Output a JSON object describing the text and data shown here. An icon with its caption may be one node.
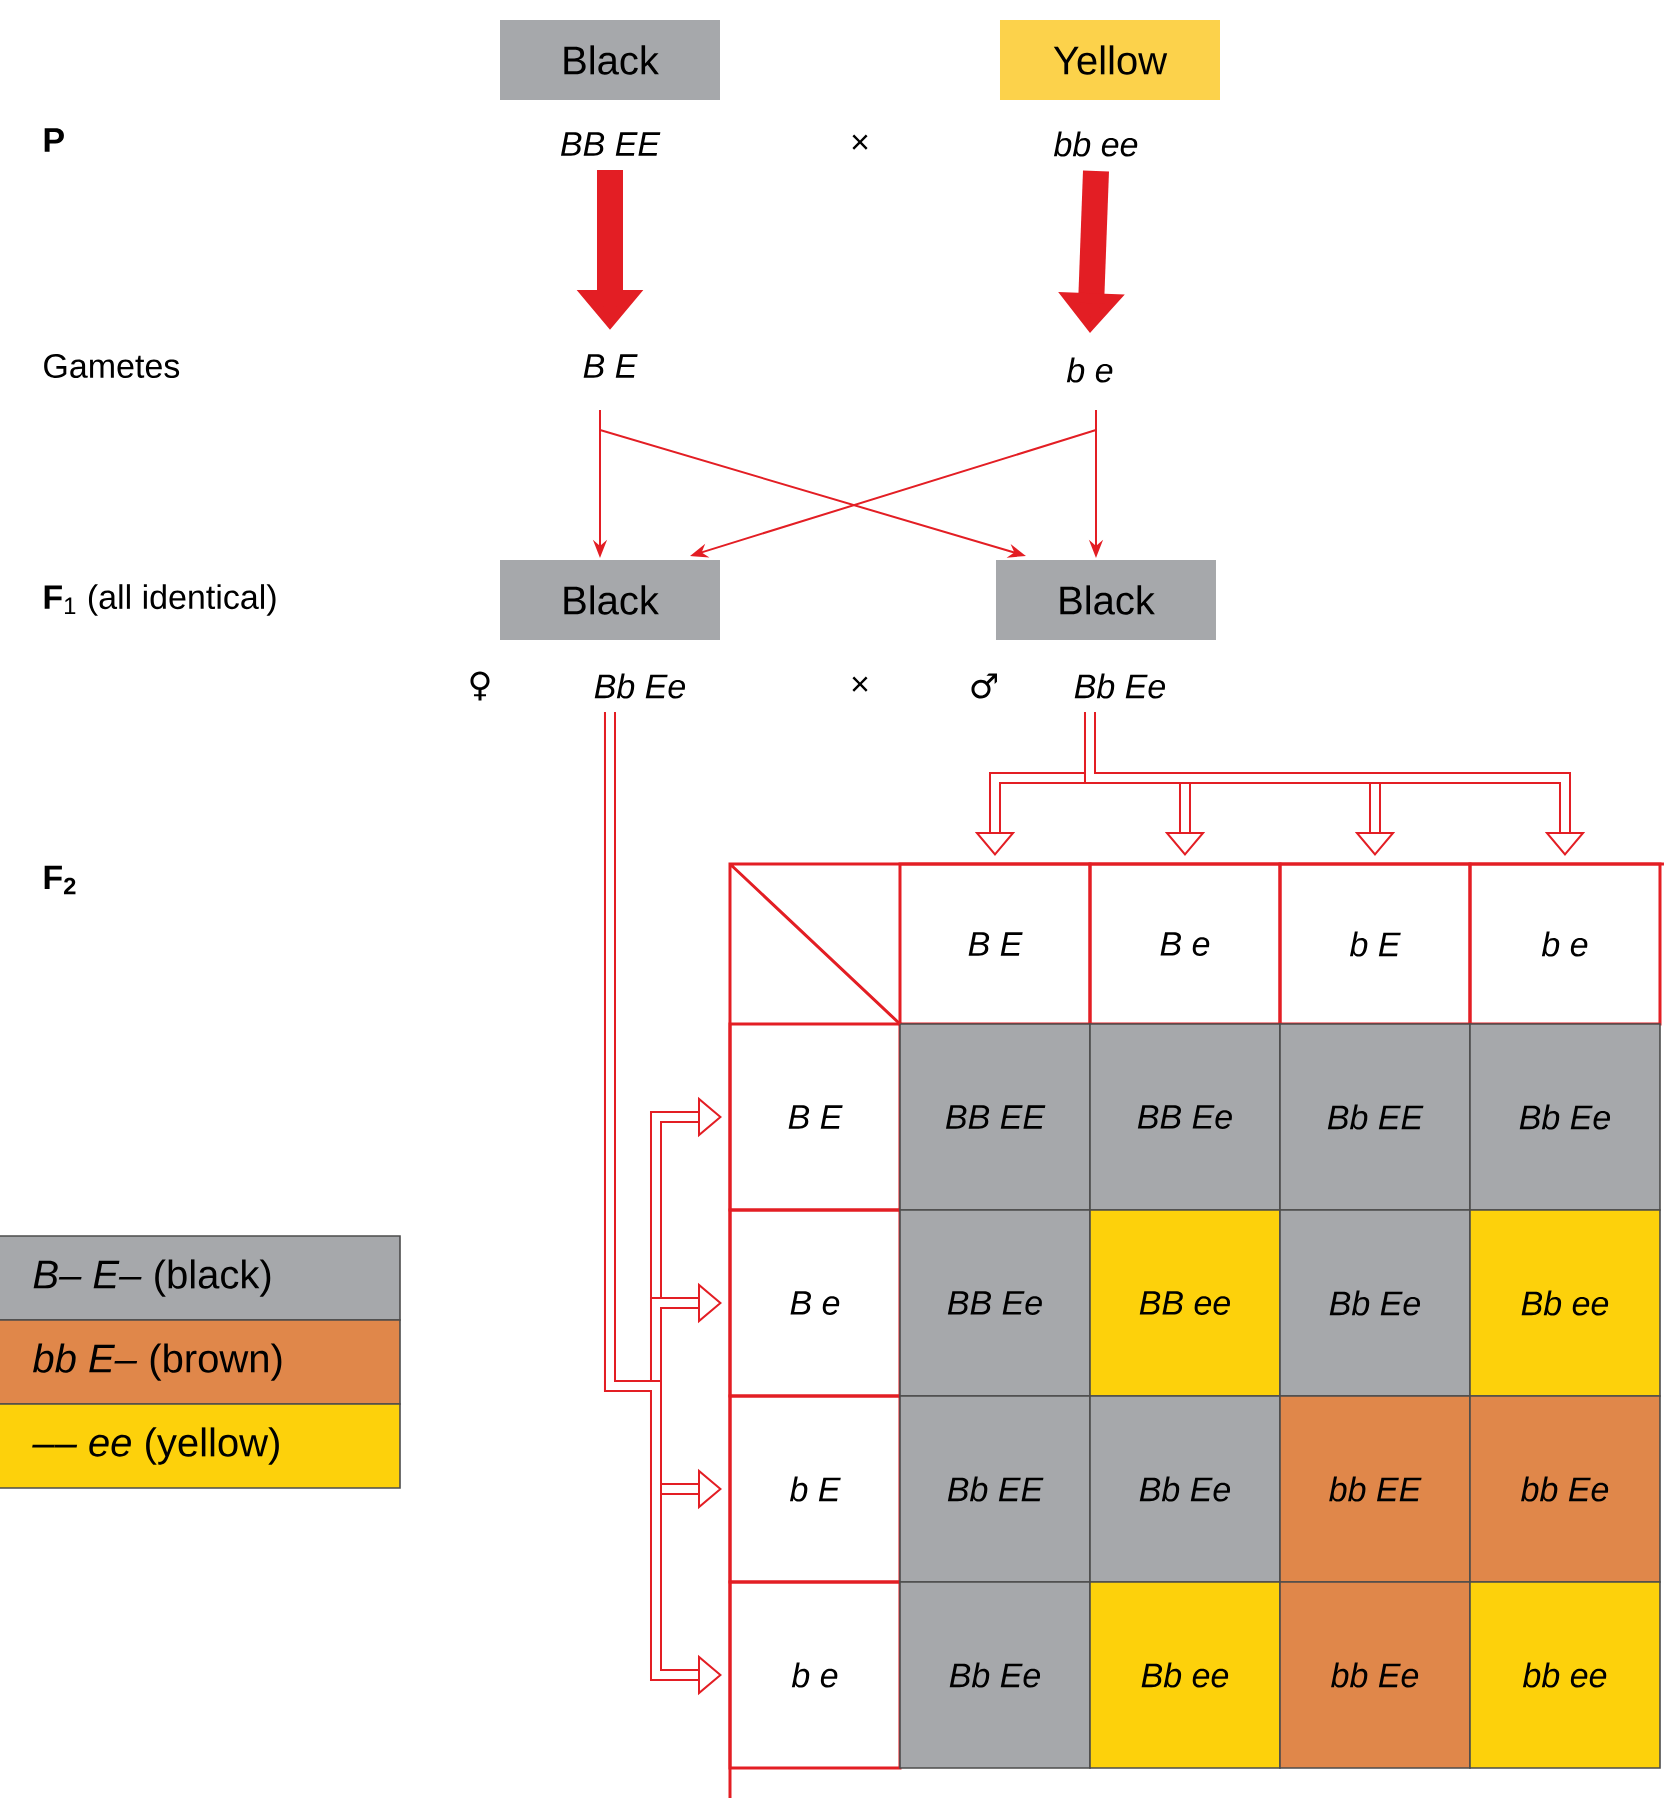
{
  "diagram": {
    "nodes": [
      {
        "text": [
          "Black",
          "BB EE"
        ]
      },
      {
        "text": [
          "Yellow",
          "bb ee"
        ]
      },
      {
        "text": [
          "B E"
        ]
      },
      {
        "text": [
          "b e"
        ]
      },
      {
        "text": [
          "Black",
          "Bb Ee"
        ]
      },
      {
        "text": [
          "Black",
          "Bb Ee"
        ]
      },
      {
        "text": [
          "B E"
        ]
      },
      {
        "text": [
          "B e"
        ]
      },
      {
        "text": [
          "b E"
        ]
      },
      {
        "text": [
          "b e"
        ]
      },
      {
        "text": [
          "B E"
        ]
      },
      {
        "text": [
          "B e"
        ]
      },
      {
        "text": [
          "b E"
        ]
      },
      {
        "text": [
          "b e"
        ]
      },
      {
        "text": [
          "BB EE"
        ]
      },
      {
        "text": [
          "BB Ee"
        ]
      },
      {
        "text": [
          "Bb EE"
        ]
      },
      {
        "text": [
          "Bb Ee"
        ]
      },
      {
        "text": [
          "BB Ee"
        ]
      },
      {
        "text": [
          "BB ee"
        ]
      },
      {
        "text": [
          "Bb Ee"
        ]
      },
      {
        "text": [
          "Bb ee"
        ]
      },
      {
        "text": [
          "Bb EE"
        ]
      },
      {
        "text": [
          "Bb Ee"
        ]
      },
      {
        "text": [
          "bb EE"
        ]
      },
      {
        "text": [
          "bb Ee"
        ]
      },
      {
        "text": [
          "Bb Ee"
        ]
      },
      {
        "text": [
          "Bb ee"
        ]
      },
      {
        "text": [
          "bb Ee"
        ]
      },
      {
        "text": [
          "bb ee"
        ]
      }
    ],
    "edges": [
      {
        "from": 0,
        "to": 2,
        "arrow": "to",
        "style": "thick"
      },
      {
        "from": 1,
        "to": 3,
        "arrow": "to",
        "style": "thick"
      },
      {
        "from": 2,
        "to": 4,
        "arrow": "to"
      },
      {
        "from": 2,
        "to": 5,
        "arrow": "to"
      },
      {
        "from": 3,
        "to": 4,
        "arrow": "to"
      },
      {
        "from": 3,
        "to": 5,
        "arrow": "to"
      },
      {
        "from": 5,
        "to": 6,
        "arrow": "to"
      },
      {
        "from": 5,
        "to": 7,
        "arrow": "to"
      },
      {
        "from": 5,
        "to": 8,
        "arrow": "to"
      },
      {
        "from": 5,
        "to": 9,
        "arrow": "to"
      },
      {
        "from": 4,
        "to": 10,
        "arrow": "to"
      },
      {
        "from": 4,
        "to": 11,
        "arrow": "to"
      },
      {
        "from": 4,
        "to": 12,
        "arrow": "to"
      },
      {
        "from": 4,
        "to": 13,
        "arrow": "to"
      }
    ],
    "labels": [
      "P",
      "Gametes",
      "**F**$_{1}$ (all identical)",
      "F$_{2}$",
      "×",
      "×",
      "♀",
      "♂"
    ],
    "legend": [
      {
        "text": "*B– E–* (black)",
        "color": "#a6a8ab"
      },
      {
        "text": "*bb E–* (brown)",
        "color": "#e0874a"
      },
      {
        "text": "*–– ee* (yellow)",
        "color": "#fdd10b"
      }
    ]
  }
}
